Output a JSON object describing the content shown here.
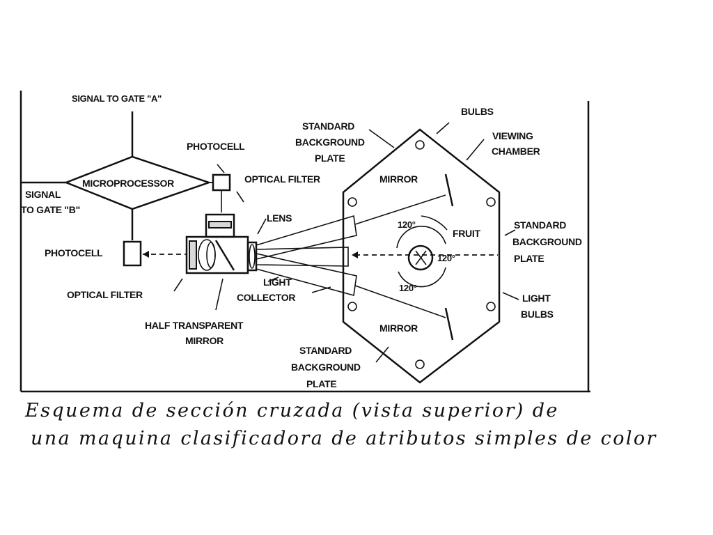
{
  "labels": {
    "signal_gate_a": "SIGNAL TO GATE \"A\"",
    "microprocessor": "MICROPROCESSOR",
    "signal_gate_b_line1": "SIGNAL",
    "signal_gate_b_line2": "TO GATE \"B\"",
    "photocell_top": "PHOTOCELL",
    "photocell_left": "PHOTOCELL",
    "optical_filter_top": "OPTICAL FILTER",
    "optical_filter_bottom": "OPTICAL FILTER",
    "lens": "LENS",
    "light_collector_line1": "LIGHT",
    "light_collector_line2": "COLLECTOR",
    "half_mirror_line1": "HALF TRANSPARENT",
    "half_mirror_line2": "MIRROR",
    "std_plate_top_line1": "STANDARD",
    "std_plate_top_line2": "BACKGROUND",
    "std_plate_top_line3": "PLATE",
    "std_plate_right_line1": "STANDARD",
    "std_plate_right_line2": "BACKGROUND",
    "std_plate_right_line3": "PLATE",
    "std_plate_bottom_line1": "STANDARD",
    "std_plate_bottom_line2": "BACKGROUND",
    "std_plate_bottom_line3": "PLATE",
    "bulbs_top": "BULBS",
    "light_bulbs_line1": "LIGHT",
    "light_bulbs_line2": "BULBS",
    "viewing_chamber_line1": "VIEWING",
    "viewing_chamber_line2": "CHAMBER",
    "mirror_top": "MIRROR",
    "mirror_bottom": "MIRROR",
    "fruit": "FRUIT",
    "angle_top": "120°",
    "angle_right": "120°",
    "angle_bottom": "120°"
  },
  "caption": {
    "line1": "Esquema de sección cruzada (vista superior) de",
    "line2": "una maquina clasificadora de atributos simples de color"
  }
}
